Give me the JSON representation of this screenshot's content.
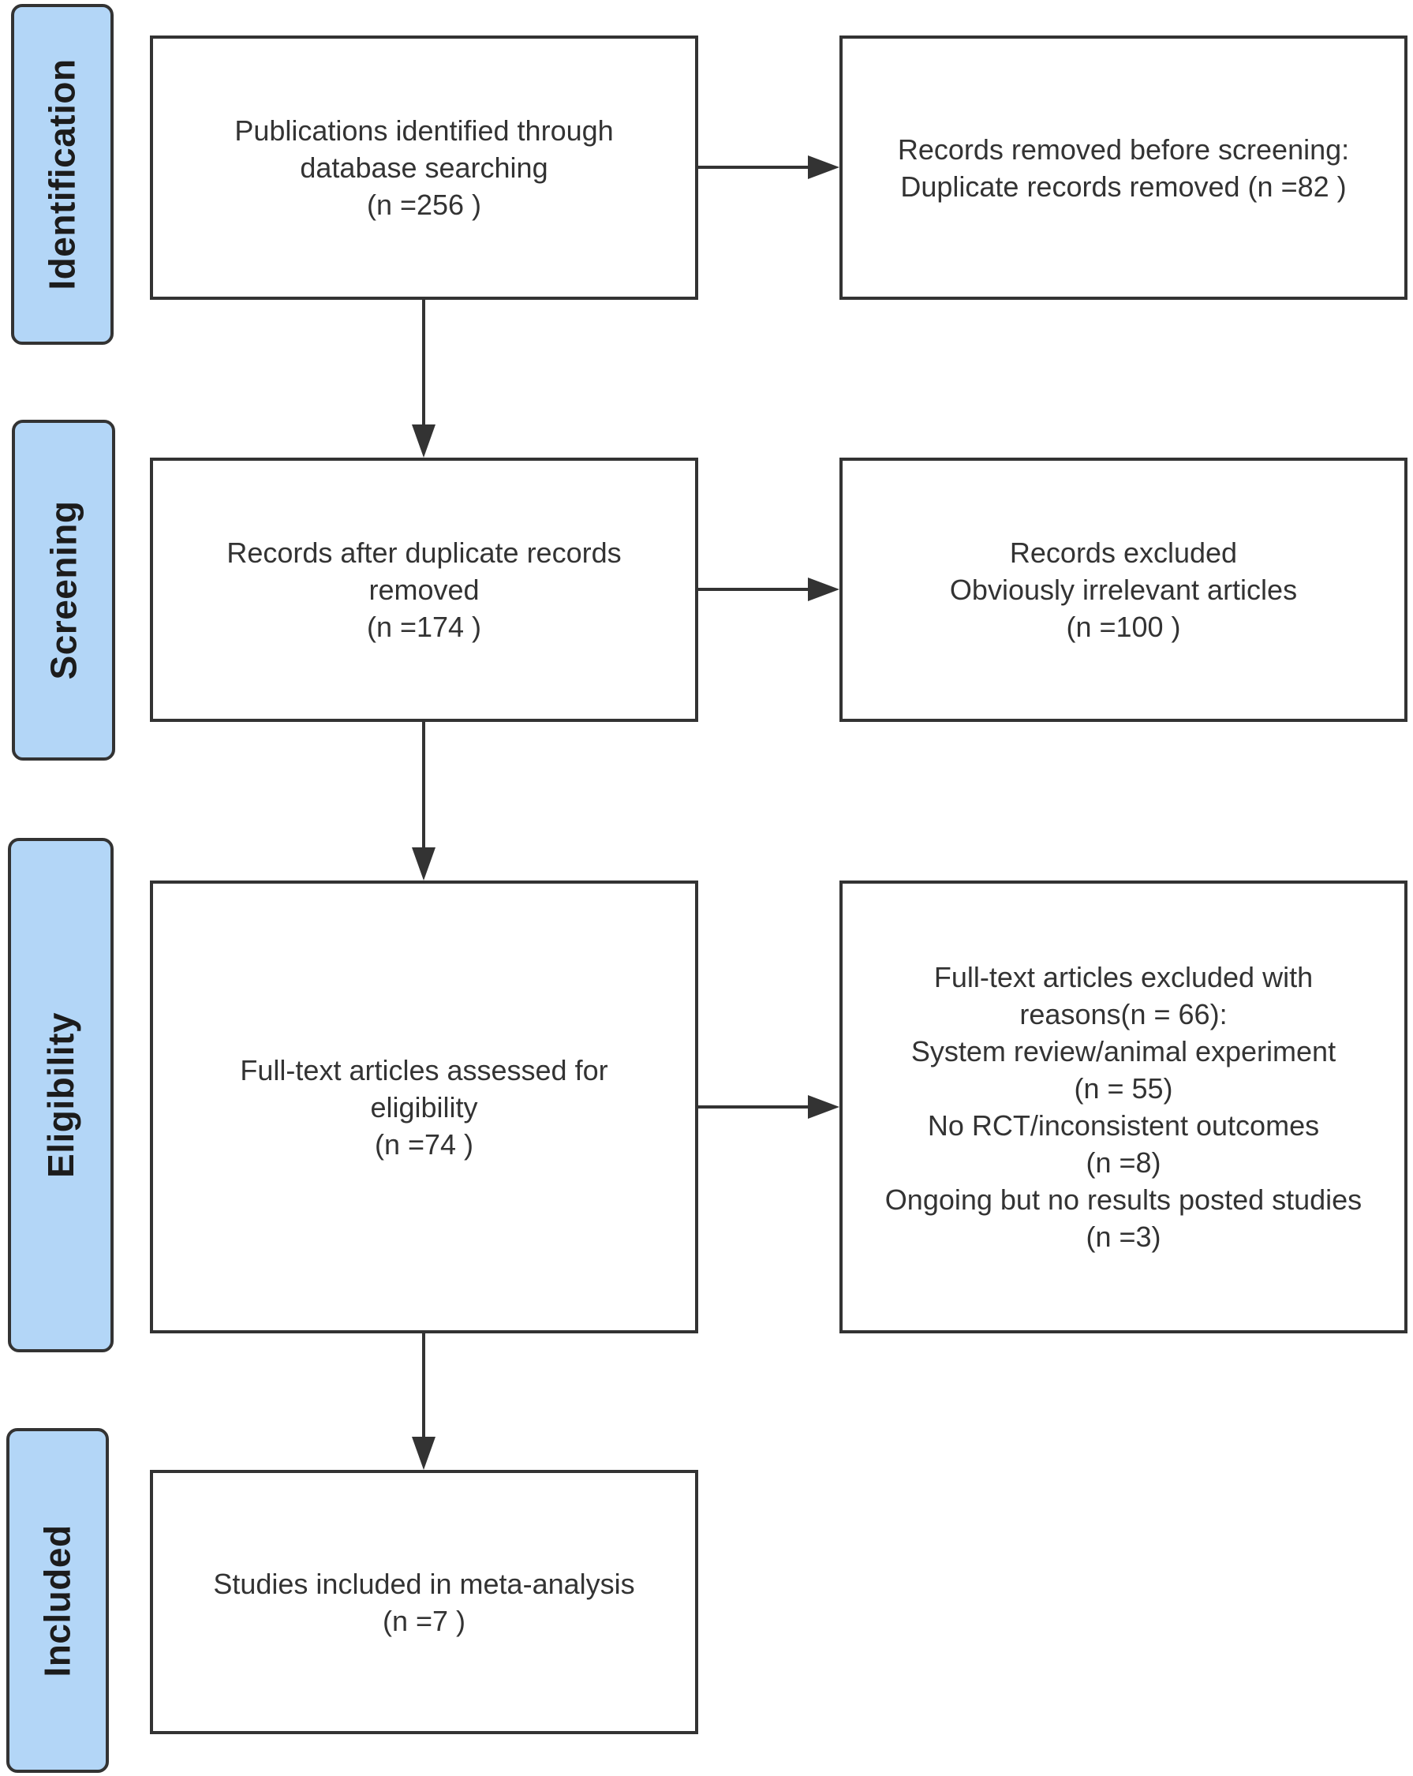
{
  "stages": {
    "identification": "Identification",
    "screening": "Screening",
    "eligibility": "Eligibility",
    "included": "Included"
  },
  "boxes": {
    "identified": [
      "Publications identified through",
      "database searching",
      "(n =256 )"
    ],
    "removed_before_screening": [
      "Records removed before screening:",
      "Duplicate records removed  (n =82 )"
    ],
    "after_duplicates": [
      "Records after duplicate records",
      "removed",
      "(n =174 )"
    ],
    "excluded": [
      "Records excluded",
      "Obviously irrelevant articles",
      "(n =100 )"
    ],
    "assessed": [
      "Full-text articles assessed for",
      "eligibility",
      "(n =74 )"
    ],
    "fulltext_excluded": [
      "Full-text articles excluded with",
      "reasons(n = 66):",
      "System review/animal experiment",
      "(n = 55)",
      "No RCT/inconsistent outcomes",
      "(n =8)",
      "Ongoing but no results posted studies",
      "(n =3)"
    ],
    "included": [
      "Studies included in meta-analysis",
      "(n =7 )"
    ]
  },
  "colors": {
    "stage_fill": "#b3d6f7",
    "stroke": "#333333",
    "text": "#333333"
  }
}
